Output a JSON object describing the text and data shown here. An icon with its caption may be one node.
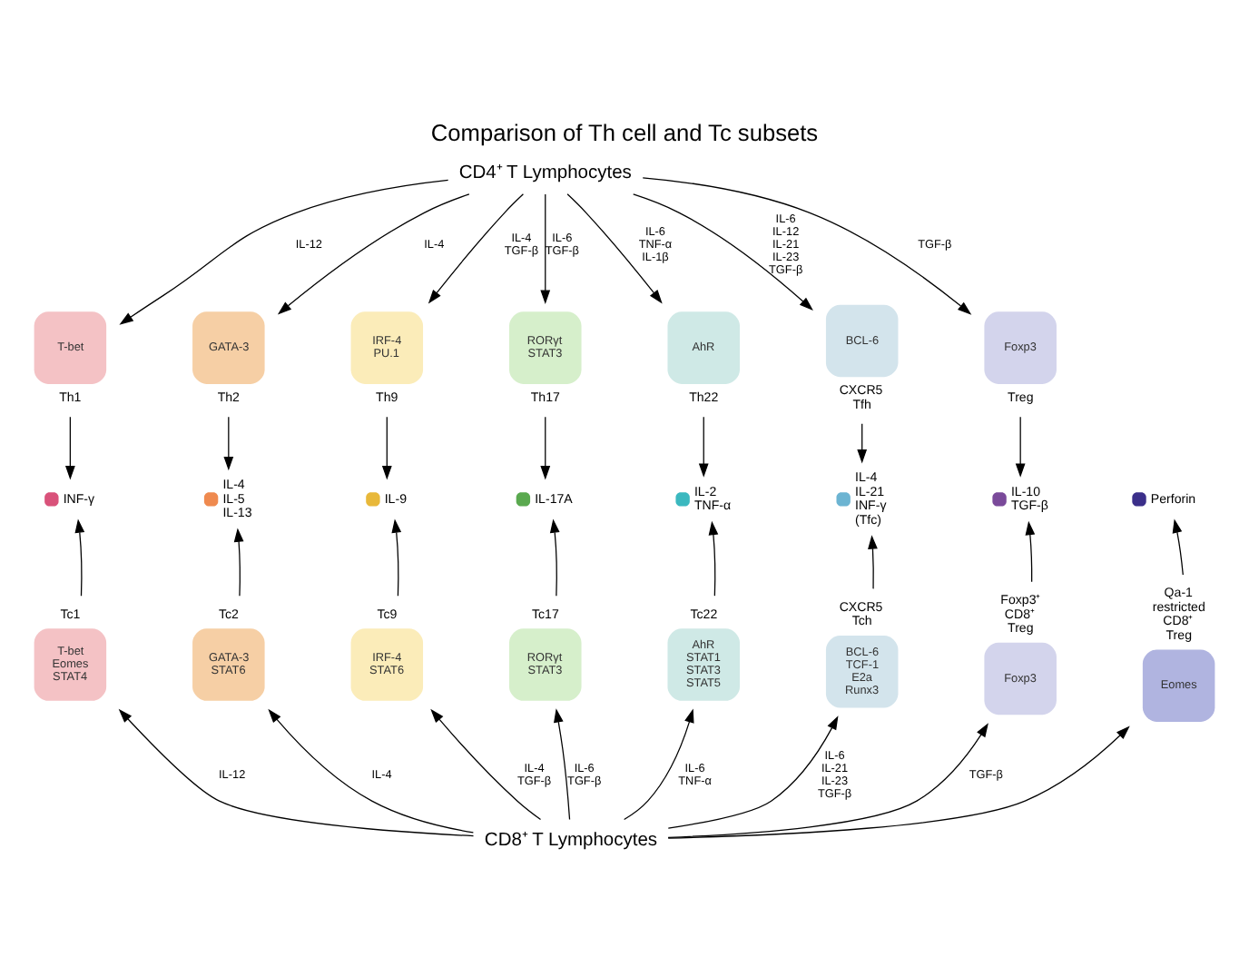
{
  "diagram": {
    "title": "Comparison of Th cell and Tc subsets",
    "nodes": [
      {
        "text": [
          "CD4⁺ T Lymphocytes"
        ]
      },
      {
        "text": [
          "T-bet"
        ],
        "beside": [
          "Th1"
        ]
      },
      {
        "text": [
          "GATA-3"
        ],
        "beside": [
          "Th2"
        ]
      },
      {
        "text": [
          "IRF-4 PU.1"
        ],
        "beside": [
          "Th9"
        ]
      },
      {
        "text": [
          "RORγt STAT3"
        ],
        "beside": [
          "Th17"
        ]
      },
      {
        "text": [
          "AhR"
        ],
        "beside": [
          "Th22"
        ]
      },
      {
        "text": [
          "BCL-6"
        ],
        "beside": [
          "CXCR5",
          "Tfh"
        ]
      },
      {
        "text": [
          "Foxp3"
        ],
        "beside": [
          "Treg"
        ]
      },
      {
        "text": [],
        "shape": "circle",
        "beside": [
          "INF-γ"
        ]
      },
      {
        "text": [],
        "shape": "circle",
        "beside": [
          "IL-4",
          "IL-5",
          "IL-13"
        ]
      },
      {
        "text": [],
        "shape": "circle",
        "beside": [
          "IL-9"
        ]
      },
      {
        "text": [],
        "shape": "circle",
        "beside": [
          "IL-17A"
        ]
      },
      {
        "text": [],
        "shape": "circle",
        "beside": [
          "IL-2",
          "TNF-α"
        ]
      },
      {
        "text": [],
        "shape": "circle",
        "beside": [
          "IL-4",
          "IL-21",
          "INF-γ (Tfc)"
        ]
      },
      {
        "text": [],
        "shape": "circle",
        "beside": [
          "IL-10",
          "TGF-β"
        ]
      },
      {
        "text": [],
        "shape": "circle",
        "beside": [
          "Perforin"
        ]
      },
      {
        "text": [
          "T-bet Eomes STAT4"
        ],
        "beside": [
          "Tc1"
        ]
      },
      {
        "text": [
          "GATA-3 STAT6"
        ],
        "beside": [
          "Tc2"
        ]
      },
      {
        "text": [
          "IRF-4 STAT6"
        ],
        "beside": [
          "Tc9"
        ]
      },
      {
        "text": [
          "RORγt STAT3"
        ],
        "beside": [
          "Tc17"
        ]
      },
      {
        "text": [
          "AhR STAT1 STAT3 STAT5"
        ],
        "beside": [
          "Tc22"
        ]
      },
      {
        "text": [
          "BCL-6 TCF-1 E2a Runx3"
        ],
        "beside": [
          "CXCR5",
          "Tch"
        ]
      },
      {
        "text": [
          "Foxp3"
        ],
        "beside": [
          "Foxp3⁺ CD8⁺ Treg"
        ]
      },
      {
        "text": [
          "Eomes"
        ],
        "beside": [
          "Qa-1 restricted CD8⁺ Treg"
        ]
      },
      {
        "text": [
          "CD8⁺ T Lymphocytes"
        ]
      }
    ],
    "edges": [
      {
        "from": 0,
        "to": 1,
        "arrow": "to",
        "label": "IL-12"
      },
      {
        "from": 0,
        "to": 2,
        "arrow": "to",
        "label": "IL-4"
      },
      {
        "from": 0,
        "to": 3,
        "arrow": "to",
        "label": "IL-4 TGF-β"
      },
      {
        "from": 0,
        "to": 4,
        "arrow": "to",
        "label": "IL-6 TGF-β"
      },
      {
        "from": 0,
        "to": 5,
        "arrow": "to",
        "label": "IL-6 TNF-α IL-1β"
      },
      {
        "from": 0,
        "to": 6,
        "arrow": "to",
        "label": "IL-6 IL-12 IL-21 IL-23 TGF-β"
      },
      {
        "from": 0,
        "to": 7,
        "arrow": "to",
        "label": "TGF-β"
      },
      {
        "from": 1,
        "to": 8,
        "arrow": "to"
      },
      {
        "from": 2,
        "to": 9,
        "arrow": "to"
      },
      {
        "from": 3,
        "to": 10,
        "arrow": "to"
      },
      {
        "from": 4,
        "to": 11,
        "arrow": "to"
      },
      {
        "from": 5,
        "to": 12,
        "arrow": "to"
      },
      {
        "from": 6,
        "to": 13,
        "arrow": "to"
      },
      {
        "from": 7,
        "to": 14,
        "arrow": "to"
      },
      {
        "from": 16,
        "to": 8,
        "arrow": "to"
      },
      {
        "from": 17,
        "to": 9,
        "arrow": "to"
      },
      {
        "from": 18,
        "to": 10,
        "arrow": "to"
      },
      {
        "from": 19,
        "to": 11,
        "arrow": "to"
      },
      {
        "from": 20,
        "to": 12,
        "arrow": "to"
      },
      {
        "from": 21,
        "to": 13,
        "arrow": "to"
      },
      {
        "from": 22,
        "to": 14,
        "arrow": "to"
      },
      {
        "from": 23,
        "to": 15,
        "arrow": "to"
      },
      {
        "from": 24,
        "to": 16,
        "arrow": "to",
        "label": "IL-12"
      },
      {
        "from": 24,
        "to": 17,
        "arrow": "to",
        "label": "IL-4"
      },
      {
        "from": 24,
        "to": 18,
        "arrow": "to",
        "label": "IL-4 TGF-β"
      },
      {
        "from": 24,
        "to": 19,
        "arrow": "to",
        "label": "IL-6 TGF-β"
      },
      {
        "from": 24,
        "to": 20,
        "arrow": "to",
        "label": "IL-6 TNF-α"
      },
      {
        "from": 24,
        "to": 21,
        "arrow": "to",
        "label": "IL-6 IL-21 IL-23 TGF-β"
      },
      {
        "from": 24,
        "to": 22,
        "arrow": "to",
        "label": "TGF-β"
      },
      {
        "from": 24,
        "to": 23,
        "arrow": "to"
      }
    ]
  }
}
